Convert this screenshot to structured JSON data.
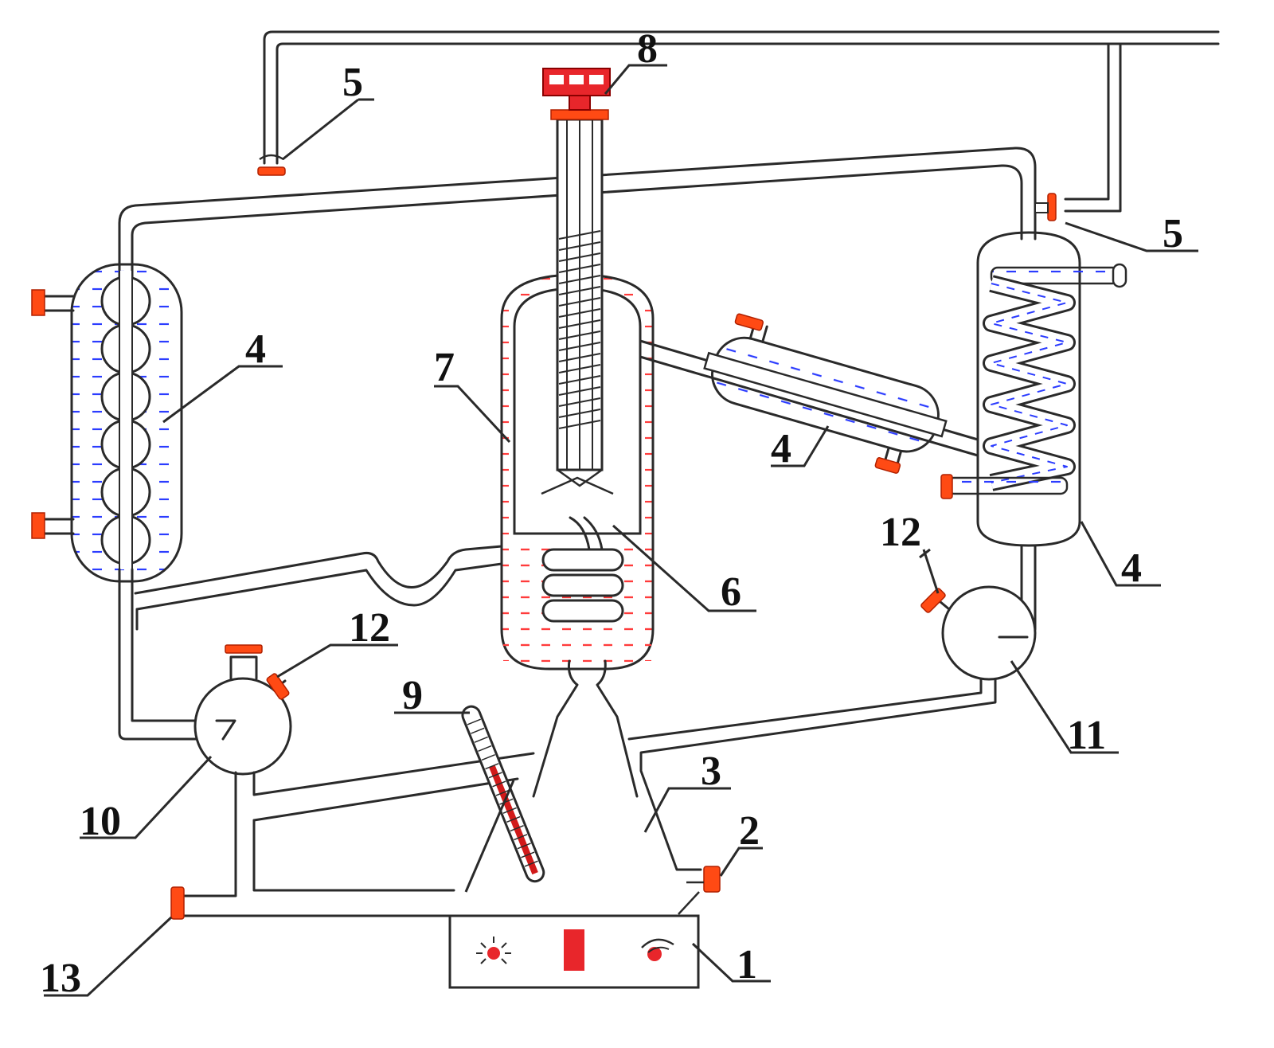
{
  "labels": {
    "l1": "1",
    "l2": "2",
    "l3": "3",
    "l4a": "4",
    "l4b": "4",
    "l4c": "4",
    "l5a": "5",
    "l5b": "5",
    "l6": "6",
    "l7": "7",
    "l8": "8",
    "l9": "9",
    "l10": "10",
    "l11": "11",
    "l12a": "12",
    "l12b": "12",
    "l13": "13"
  },
  "colors": {
    "coolant_dash": "#2b3cff",
    "coolant_fill": "#c9cff5",
    "hot_dash": "#ff3b3b",
    "hot_fill": "#ffd9d9",
    "valve": "#ff4a14",
    "stirrer_head": "#e8262b"
  }
}
